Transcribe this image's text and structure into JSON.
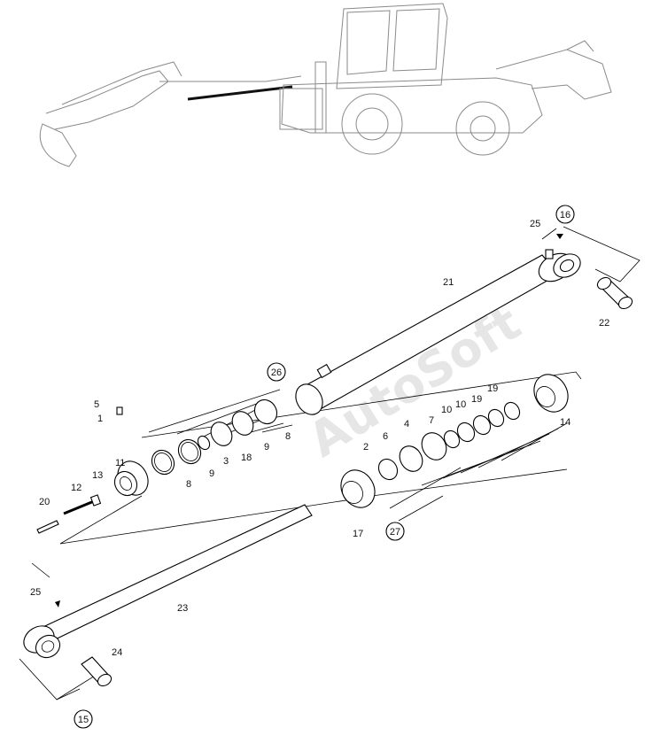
{
  "watermark": "AutoSoft",
  "callouts": {
    "c16": "16",
    "c26": "26",
    "c27": "27",
    "c15": "15"
  },
  "labels": {
    "l25a": "25",
    "l21": "21",
    "l22": "22",
    "l5": "5",
    "l1": "1",
    "l11": "11",
    "l13": "13",
    "l12": "12",
    "l20": "20",
    "l8a": "8",
    "l9a": "9",
    "l3": "3",
    "l18": "18",
    "l9b": "9",
    "l8b": "8",
    "l2": "2",
    "l6": "6",
    "l4": "4",
    "l7": "7",
    "l10a": "10",
    "l19a": "19",
    "l10b": "10",
    "l19b": "19",
    "l14": "14",
    "l17": "17",
    "l25b": "25",
    "l23": "23",
    "l24": "24"
  }
}
